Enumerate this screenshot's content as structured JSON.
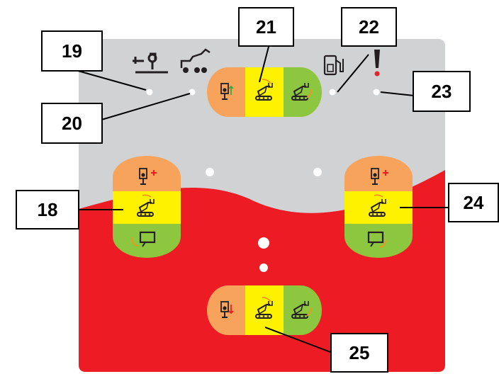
{
  "colors": {
    "panel_grey": "#d1d2d4",
    "panel_red": "#ed1c24",
    "button_orange": "#f7a35c",
    "button_yellow": "#fff200",
    "button_green": "#8dc63f",
    "indicator_white": "#ffffff",
    "icon_dark": "#231f20",
    "warning_red": "#e4232c"
  },
  "indicators": [
    {
      "id": "19",
      "icon": "stabilizer-icon",
      "state": "off"
    },
    {
      "id": "20",
      "icon": "vehicle-platform-icon",
      "state": "off"
    },
    {
      "id": "22",
      "icon": "fuel-pump-icon",
      "state": "off"
    },
    {
      "id": "23",
      "icon": "warning-exclamation-icon",
      "state": "off"
    }
  ],
  "button_groups": [
    {
      "id": "21",
      "segments": [
        "stabilizer-up-icon",
        "platform-tilt-icon",
        "platform-raise-icon"
      ]
    },
    {
      "id": "18",
      "segments": [
        "mast-plus-icon",
        "platform-icon",
        "screen-icon"
      ]
    },
    {
      "id": "24",
      "segments": [
        "mast-plus-icon",
        "platform-icon",
        "screen-icon"
      ]
    },
    {
      "id": "25",
      "segments": [
        "stabilizer-down-icon",
        "platform-tilt-icon",
        "platform-raise-icon"
      ]
    }
  ],
  "callouts": {
    "c18": "18",
    "c19": "19",
    "c20": "20",
    "c21": "21",
    "c22": "22",
    "c23": "23",
    "c24": "24",
    "c25": "25"
  }
}
